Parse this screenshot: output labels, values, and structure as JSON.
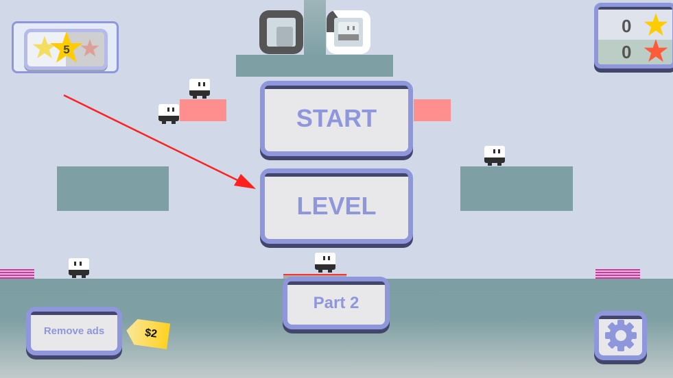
{
  "star_panel": {
    "count": "5"
  },
  "score_panel": {
    "yellow_stars": "0",
    "red_stars": "0"
  },
  "menu": {
    "start_label": "START",
    "level_label": "LEVEL",
    "part2_label": "Part 2",
    "remove_ads_label": "Remove ads",
    "price": "$2"
  },
  "icons": {
    "settings": "gear-icon",
    "level_locked": "square-block-icon",
    "character_select": "character-icon"
  },
  "colors": {
    "accent": "#8e96dc",
    "platform": "#7ea0a5",
    "pink_block": "#ff8f8f",
    "star_yellow": "#ffcc00",
    "star_red": "#ff5a3a",
    "arrow": "#ff2020"
  }
}
